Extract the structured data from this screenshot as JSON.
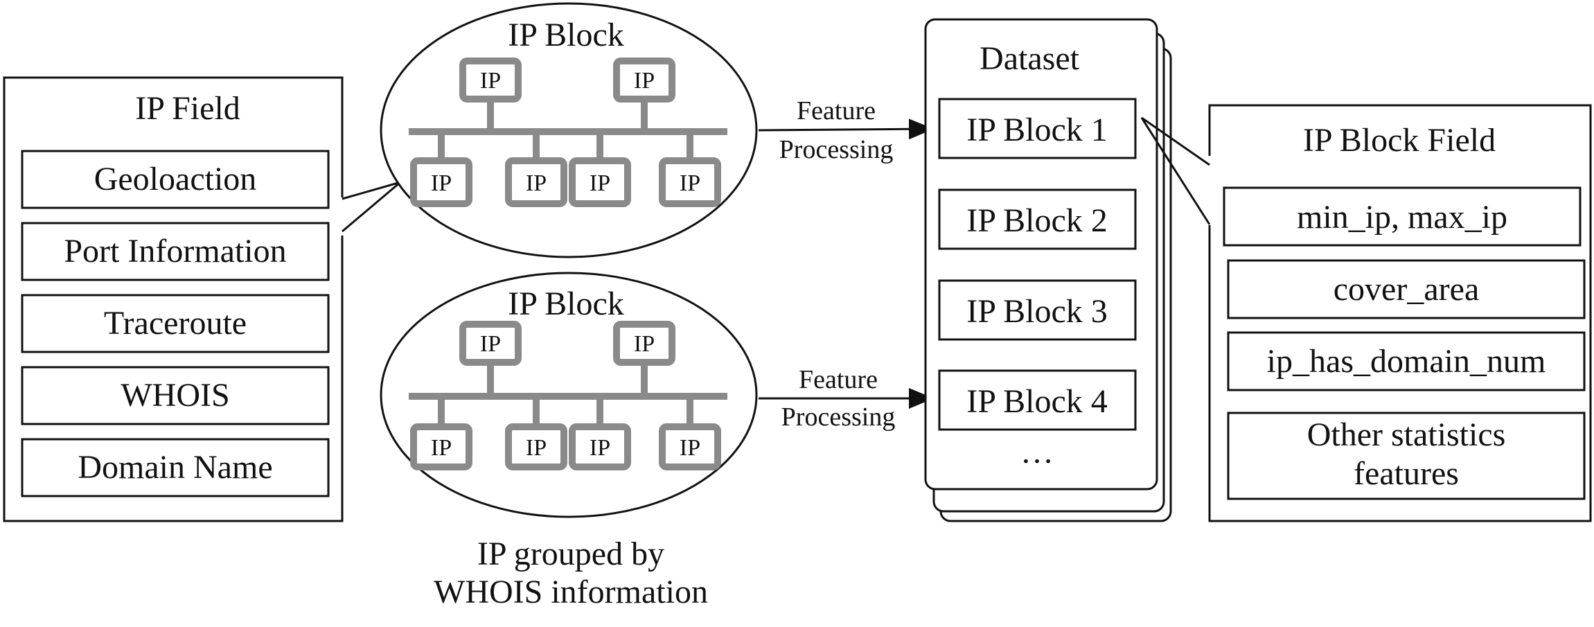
{
  "ip_field": {
    "title": "IP Field",
    "items": [
      "Geoloaction",
      "Port Information",
      "Traceroute",
      "WHOIS",
      "Domain Name"
    ]
  },
  "ip_blocks": [
    {
      "title": "IP Block",
      "node_label": "IP"
    },
    {
      "title": "IP Block",
      "node_label": "IP"
    }
  ],
  "grouping_caption": {
    "line1": "IP grouped by",
    "line2": "WHOIS information"
  },
  "arrows": [
    {
      "line1": "Feature",
      "line2": "Processing"
    },
    {
      "line1": "Feature",
      "line2": "Processing"
    }
  ],
  "dataset": {
    "title": "Dataset",
    "items": [
      "IP Block 1",
      "IP Block 2",
      "IP Block 3",
      "IP Block 4"
    ],
    "ellipsis": "…"
  },
  "ip_block_field": {
    "title": "IP Block Field",
    "items": [
      "min_ip, max_ip",
      "cover_area",
      "ip_has_domain_num"
    ],
    "last_item": {
      "line1": "Other statistics",
      "line2": "features"
    }
  }
}
